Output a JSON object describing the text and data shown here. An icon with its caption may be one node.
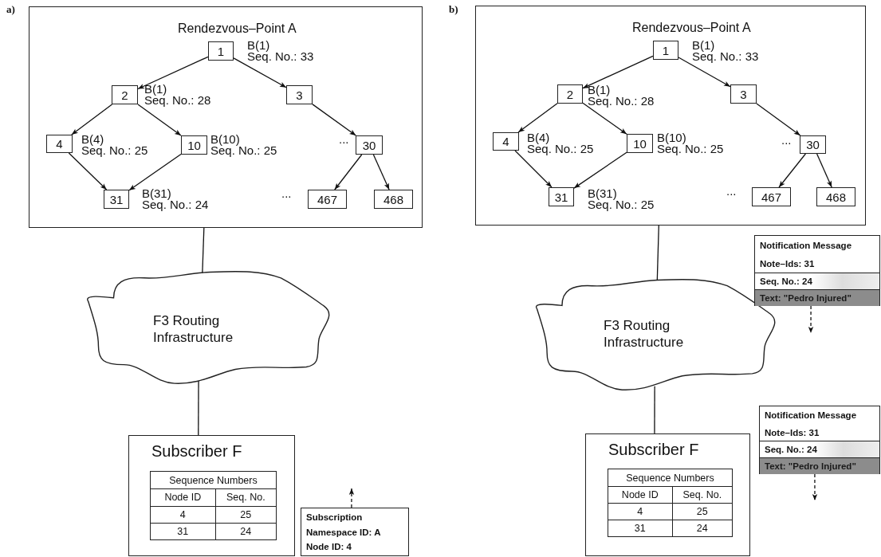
{
  "diagram": {
    "nodes": [
      {
        "text": [
          "Rendezvous–Point A"
        ]
      },
      {
        "text": [
          "1"
        ],
        "in": 0,
        "beside": [
          "B(1) Seq. No.: 33"
        ]
      },
      {
        "text": [
          "2"
        ],
        "in": 0,
        "beside": [
          "B(1) Seq. No.: 28"
        ]
      },
      {
        "text": [
          "3"
        ],
        "in": 0
      },
      {
        "text": [
          "4"
        ],
        "in": 0,
        "beside": [
          "B(4) Seq. No.: 25"
        ]
      },
      {
        "text": [
          "10"
        ],
        "in": 0,
        "beside": [
          "B(10) Seq. No.: 25"
        ]
      },
      {
        "text": [
          "30"
        ],
        "in": 0,
        "beside": [
          "..."
        ]
      },
      {
        "text": [
          "31"
        ],
        "in": 0,
        "beside": [
          "B(31) Seq. No.: 24"
        ]
      },
      {
        "text": [
          "467"
        ],
        "in": 0,
        "beside": [
          "..."
        ]
      },
      {
        "text": [
          "468"
        ],
        "in": 0
      },
      {
        "text": [
          "F3 Routing Infrastructure"
        ]
      },
      {
        "text": [
          "Subscriber F"
        ]
      },
      {
        "text": [
          "Sequence Numbers",
          "Node ID",
          "Seq. No.",
          "4",
          "25",
          "31",
          "24"
        ],
        "in": 11
      },
      {
        "text": [
          "Subscription",
          "Namespace ID: A",
          "Node ID: 4"
        ]
      },
      {
        "text": [
          "Rendezvous–Point A"
        ]
      },
      {
        "text": [
          "1"
        ],
        "in": 14,
        "beside": [
          "B(1) Seq. No.: 33"
        ]
      },
      {
        "text": [
          "2"
        ],
        "in": 14,
        "beside": [
          "B(1) Seq. No.: 28"
        ]
      },
      {
        "text": [
          "3"
        ],
        "in": 14
      },
      {
        "text": [
          "4"
        ],
        "in": 14,
        "beside": [
          "B(4) Seq. No.: 25"
        ]
      },
      {
        "text": [
          "10"
        ],
        "in": 14,
        "beside": [
          "B(10) Seq. No.: 25"
        ]
      },
      {
        "text": [
          "30"
        ],
        "in": 14,
        "beside": [
          "..."
        ]
      },
      {
        "text": [
          "31"
        ],
        "in": 14,
        "beside": [
          "B(31) Seq. No.: 25"
        ]
      },
      {
        "text": [
          "467"
        ],
        "in": 14,
        "beside": [
          "..."
        ]
      },
      {
        "text": [
          "468"
        ],
        "in": 14
      },
      {
        "text": [
          "F3 Routing Infrastructure"
        ]
      },
      {
        "text": [
          "Subscriber F"
        ]
      },
      {
        "text": [
          "Sequence Numbers",
          "Node ID",
          "Seq. No.",
          "4",
          "25",
          "31",
          "24"
        ],
        "in": 25
      },
      {
        "text": [
          "Notification Message",
          "Note–Ids: 31",
          "Seq. No.: 24",
          "Text: \"Pedro Injured\""
        ]
      },
      {
        "text": [
          "Notification Message",
          "Note–Ids: 31",
          "Seq. No.: 24",
          "Text: \"Pedro Injured\""
        ]
      }
    ],
    "edges": [
      {
        "from": 1,
        "to": 2,
        "arrow": "to"
      },
      {
        "from": 1,
        "to": 3,
        "arrow": "to"
      },
      {
        "from": 2,
        "to": 4,
        "arrow": "to"
      },
      {
        "from": 2,
        "to": 5,
        "arrow": "to"
      },
      {
        "from": 3,
        "to": 6,
        "arrow": "to"
      },
      {
        "from": 4,
        "to": 7,
        "arrow": "to"
      },
      {
        "from": 5,
        "to": 7,
        "arrow": "to"
      },
      {
        "from": 6,
        "to": 8,
        "arrow": "to"
      },
      {
        "from": 6,
        "to": 9,
        "arrow": "to"
      },
      {
        "from": 0,
        "to": 10,
        "arrow": "none"
      },
      {
        "from": 10,
        "to": 11,
        "arrow": "none"
      },
      {
        "from": 13,
        "to": null,
        "arrow": "to",
        "style": "dashed"
      },
      {
        "from": 15,
        "to": 16,
        "arrow": "to"
      },
      {
        "from": 15,
        "to": 17,
        "arrow": "to"
      },
      {
        "from": 16,
        "to": 18,
        "arrow": "to"
      },
      {
        "from": 16,
        "to": 19,
        "arrow": "to"
      },
      {
        "from": 17,
        "to": 20,
        "arrow": "to"
      },
      {
        "from": 18,
        "to": 21,
        "arrow": "to"
      },
      {
        "from": 19,
        "to": 21,
        "arrow": "to"
      },
      {
        "from": 20,
        "to": 22,
        "arrow": "to"
      },
      {
        "from": 20,
        "to": 23,
        "arrow": "to"
      },
      {
        "from": 14,
        "to": 24,
        "arrow": "none"
      },
      {
        "from": 24,
        "to": 25,
        "arrow": "none"
      },
      {
        "from": 27,
        "to": null,
        "arrow": "to",
        "style": "dashed"
      },
      {
        "from": 28,
        "to": null,
        "arrow": "to",
        "style": "dashed"
      }
    ],
    "labels": [
      "a)",
      "b)"
    ]
  }
}
